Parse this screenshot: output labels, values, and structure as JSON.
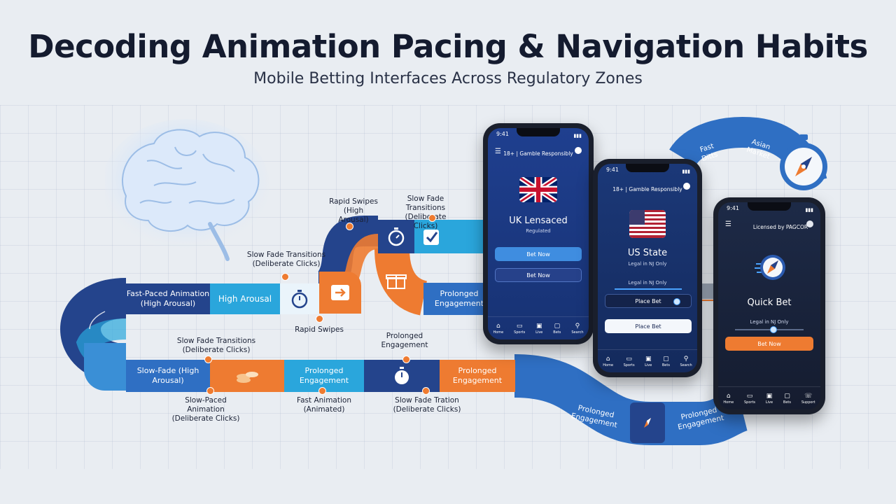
{
  "header": {
    "title": "Decoding Animation Pacing & Navigation Habits",
    "subtitle": "Mobile Betting Interfaces Across Regulatory Zones"
  },
  "flow": {
    "mid": {
      "fast_paced": "Fast-Paced Animation (High Arousal)",
      "high_arousal": "High Arousal",
      "prolonged": "Prolonged Engagement"
    },
    "top": {
      "rapid_swipes": "Rapid Swipes (High Arousal)",
      "slow_fade": "Slow Fade Transitions (Deliberate Clicks)"
    },
    "bottom": {
      "slow_fade_high": "Slow-Fade (High Arousal)",
      "prolonged_a": "Prolonged Engagement",
      "prolonged_b": "Prolonged Engagement"
    },
    "labels": {
      "slow_fade_left": "Slow Fade Transitions (Deliberate Clicks)",
      "rapid_swipes": "Rapid Swipes",
      "slow_fade_lower": "Slow Fade Transitions (Deliberate Clicks)",
      "prolonged_above": "Prolonged Engagement",
      "slow_paced": "Slow-Paced Animation (Deliberate Clicks)",
      "fast_animation": "Fast Animation (Animated)",
      "slow_fade_tration": "Slow Fade Tration (Deliberate Clicks)"
    },
    "right": {
      "fast_ditts": "Fast Ditts",
      "asian_market": "Asian Market",
      "prolonged_a": "Prolonged Engagement",
      "prolonged_b": "Prolonged Engagement"
    }
  },
  "phones": {
    "uk": {
      "time": "9:41",
      "top_text": "18+ | Gamble Responsibly",
      "title": "UK Lensaced",
      "sub": "Regulated",
      "btn1": "Bet Now",
      "btn2": "Bet Now",
      "tabs": [
        "Home",
        "Sports",
        "Live",
        "Bets",
        "Search"
      ]
    },
    "us": {
      "time": "9:41",
      "top_text": "18+ | Gamble Responsibly",
      "title": "US State",
      "sub": "Legal in NJ Only",
      "sub2": "Legal in NJ Only",
      "btn1": "Place Bet",
      "btn2": "Place Bet",
      "tabs": [
        "Home",
        "Sports",
        "Live",
        "Bets",
        "Search"
      ]
    },
    "asia": {
      "time": "9:41",
      "top_text": "Licensed by PAGCOR",
      "title": "Quick Bet",
      "sub": "Legal in NJ Only",
      "btn1": "Bet Now",
      "tabs": [
        "Home",
        "Sports",
        "Live",
        "Bets",
        "Support"
      ]
    }
  },
  "colors": {
    "navy": "#24448c",
    "cyan": "#2aa6dc",
    "blue": "#2f6fc3",
    "orange": "#ee7b31"
  },
  "icons": [
    "brain-icon",
    "stopwatch-icon",
    "checkbox-icon",
    "arrow-right-icon",
    "gift-box-icon",
    "coins-icon",
    "compass-icon"
  ]
}
